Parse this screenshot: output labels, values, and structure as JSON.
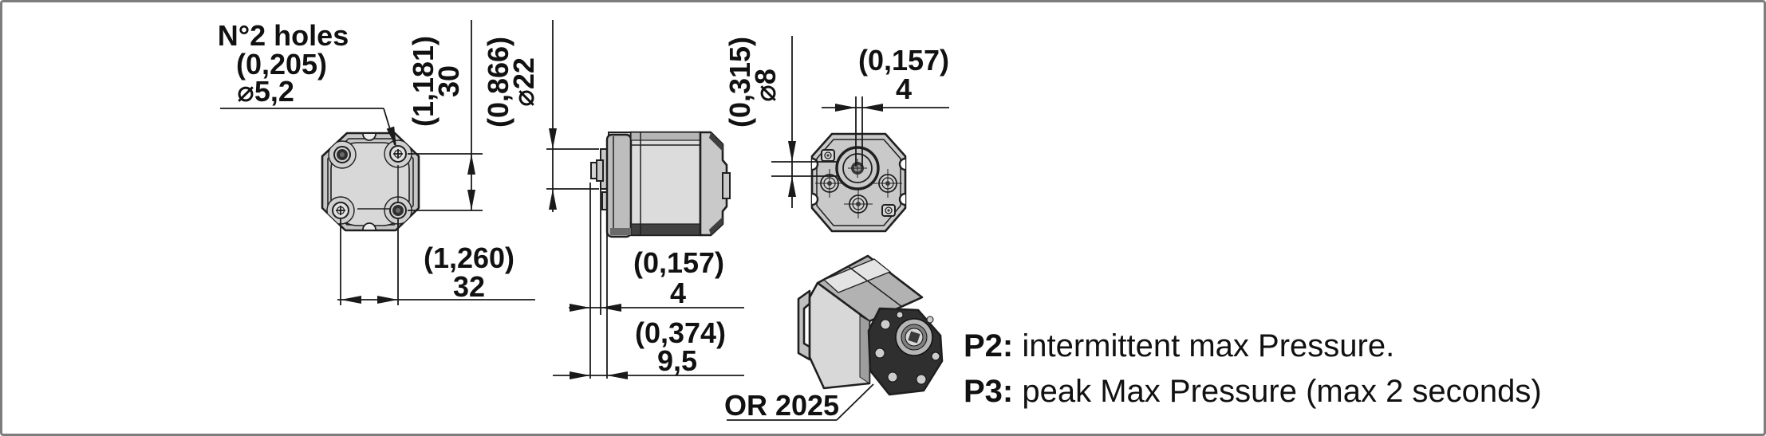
{
  "labels": {
    "holes_note": {
      "line1": "N°2 holes",
      "line2": "(0,205)",
      "line3": "⌀5,2"
    },
    "dim_hole_spacing_vertical": {
      "inches": "(1,181)",
      "mm": "30"
    },
    "dim_pilot_diameter": {
      "inches": "(0,866)",
      "mm": "⌀22"
    },
    "dim_shaft_diameter": {
      "inches": "(0,315)",
      "mm": "⌀8"
    },
    "dim_key_width": {
      "inches": "(0,157)",
      "mm": "4"
    },
    "dim_hole_spacing_horizontal": {
      "inches": "(1,260)",
      "mm": "32"
    },
    "dim_flange_thickness": {
      "inches": "(0,157)",
      "mm": "4"
    },
    "dim_pilot_depth": {
      "inches": "(0,374)",
      "mm": "9,5"
    },
    "oring_label": "OR 2025"
  },
  "notes": {
    "p2_label": "P2:",
    "p2_text": " intermittent max Pressure.",
    "p3_label": "P3:",
    "p3_text": " peak Max Pressure (max 2 seconds)"
  },
  "colors": {
    "line": "#1a1a1a",
    "body_light": "#d8d8d8",
    "body_mid": "#c6c6c6",
    "flange_gray": "#bdbdbd",
    "band_dark": "#414141",
    "end_cover_dark": "#2f2f2f",
    "background": "#ffffff",
    "frame_border": "#7d7d7d"
  }
}
